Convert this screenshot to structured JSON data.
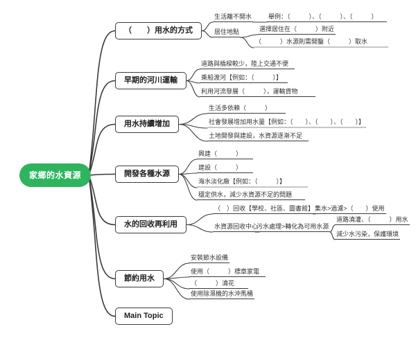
{
  "app": {
    "background_color": "#ffffff",
    "edge_color": "#3a3a3a",
    "highlight_underline_color": "#c6c6c6",
    "central_fill_color": "#2eb45e",
    "central_text_color": "#ffffff"
  },
  "mindmap": {
    "central": {
      "label": "家鄉的水資源"
    },
    "branches": [
      {
        "label": "（　　）用水的方式",
        "children": [
          {
            "label": "生活離不開水",
            "children": [
              {
                "label": "舉例：（　　　）、（　　　）、（　　　）"
              }
            ]
          },
          {
            "label": "居住地點",
            "children": [
              {
                "label": "選擇居住在（　　　）附近"
              },
              {
                "label": "（　　　）水源則需開鑿（　　　）取水",
                "highlighted_underline": true
              }
            ]
          }
        ]
      },
      {
        "label": "早期的河川運輸",
        "children": [
          {
            "label": "道路與橋樑較少，陸上交通不便"
          },
          {
            "label": "乘船渡河【例如：（　　　）】"
          },
          {
            "label": "利用河流發展（　　　），運輸貨物"
          }
        ]
      },
      {
        "label": "用水持續增加",
        "children": [
          {
            "label": "生活多依賴（　　　）"
          },
          {
            "label": "社會發展增加用水量【例如：（　　）、（　　）、（　　）】",
            "highlighted_underline": true
          },
          {
            "label": "土地開發與建設，水資源逐漸不足"
          }
        ]
      },
      {
        "label": "開發各種水源",
        "children": [
          {
            "label": "興建（　　　）"
          },
          {
            "label": "建設（　　　）"
          },
          {
            "label": "海水淡化廠【例如：（　　　）】",
            "highlighted_underline": true
          },
          {
            "label": "穩定供水，減少水資源不足的問題"
          }
        ]
      },
      {
        "label": "水的回收再利用",
        "children": [
          {
            "label": "（　）回收【學校、社區、圖書館】",
            "children": [
              {
                "label": "集水>過濾>（　　）使用"
              }
            ]
          },
          {
            "label": "水資源回收中心",
            "children": [
              {
                "label": "污水處理>轉化為可用水源",
                "children": [
                  {
                    "label": "道路澆灌、（　　　）用水"
                  },
                  {
                    "label": "減少水污染，保護環境"
                  }
                ]
              }
            ]
          }
        ]
      },
      {
        "label": "節約用水",
        "children": [
          {
            "label": "安裝節水設備"
          },
          {
            "label": "使用（　　　）標章家電"
          },
          {
            "label": "（　　　）澆花"
          },
          {
            "label": "使用除濕機的水沖馬桶"
          }
        ]
      },
      {
        "label": "Main Topic"
      }
    ]
  }
}
